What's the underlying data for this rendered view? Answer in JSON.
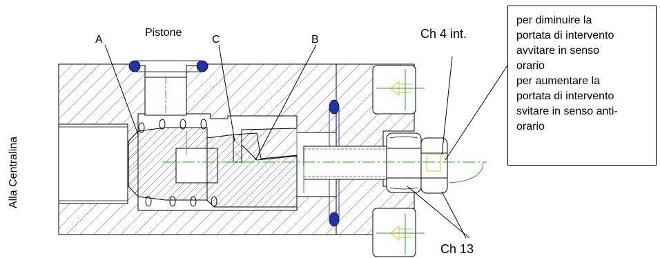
{
  "labels": {
    "a": "A",
    "pistone": "Pistone",
    "c": "C",
    "b": "B",
    "ch4": "Ch 4 int.",
    "ch13": "Ch 13",
    "side": "Alla Centralina"
  },
  "note": {
    "lines": [
      "per diminuire la",
      "portata di intervento",
      "avvitare in senso",
      "orario",
      "per aumentare la",
      "portata di intervento",
      "svitare in senso anti-",
      "orario"
    ]
  },
  "colors": {
    "oring": "#2233aa",
    "centerline": "#1faa1f",
    "hidden_fitting": "#e0c020",
    "line": "#000000",
    "hatch": "#000000"
  }
}
